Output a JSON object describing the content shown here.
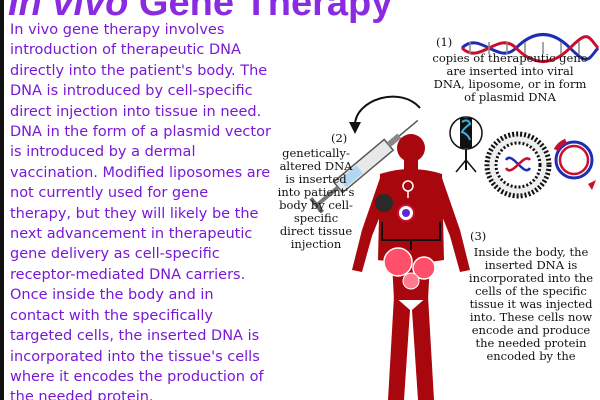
{
  "title": {
    "italic": "In vivo",
    "rest": " Gene Therapy"
  },
  "body_text": "In vivo gene therapy involves introduction of therapeutic DNA directly into the patient's body. The DNA is introduced by cell-specific direct injection into tissue in need. DNA in the form of a plasmid vector is introduced by a dermal vaccination. Modified liposomes are not currently used for gene therapy, but they will likely be the next advancement in therapeutic gene delivery as cell-specific receptor-mediated DNA carriers. Once inside the body and in contact with the specifically targeted cells, the inserted DNA is incorporated into the tissue's cells where it encodes the production of the needed protein.",
  "diagram": {
    "step1": {
      "number": "(1)",
      "text": "copies of therapeutic gene are inserted into viral DNA, liposome, or in form of plasmid DNA"
    },
    "step2": {
      "number": "(2)",
      "text": "genetically-altered DNA is inserted into patient's body by cell-specific direct tissue injection"
    },
    "step3": {
      "number": "(3)",
      "text": "Inside the body, the inserted DNA is incorporated into the cells of the specific tissue it was injected into. These cells now encode and produce the needed protein encoded by the"
    }
  },
  "colors": {
    "title": "#8a2be2",
    "body_text": "#7a18d6",
    "human_body": "#a8070d",
    "dna_strand_a": "#1f2db5",
    "dna_strand_b": "#c8102e"
  }
}
